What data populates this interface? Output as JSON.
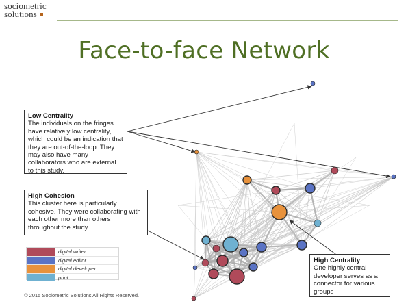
{
  "logo": {
    "line1": "sociometric",
    "line2": "solutions"
  },
  "title": "Face-to-face Network",
  "callouts": {
    "low": {
      "heading": "Low Centrality",
      "text": "The individuals on the fringes have relatively low centrality, which could be an indication that they are out-of-the-loop. They may also have many collaborators who are external to this study."
    },
    "cohesion": {
      "heading": "High Cohesion",
      "text": "This cluster here is particularly cohesive. They were collaborating with each other more than others throughout the study"
    },
    "high": {
      "heading": "High Centrality",
      "text": "One highly central developer serves as a connector for various groups"
    }
  },
  "legend": [
    {
      "label": "digital writer",
      "color": "#b04a5a"
    },
    {
      "label": "digital editor",
      "color": "#5a73c4"
    },
    {
      "label": "digital developer",
      "color": "#e8923c"
    },
    {
      "label": "print",
      "color": "#6fb1d1"
    }
  ],
  "colors": {
    "title": "#4f6f24",
    "edge": "#b9b9b9",
    "arrow": "#333333"
  },
  "footer": "© 2015 Sociometric Solutions All Rights Reserved."
}
